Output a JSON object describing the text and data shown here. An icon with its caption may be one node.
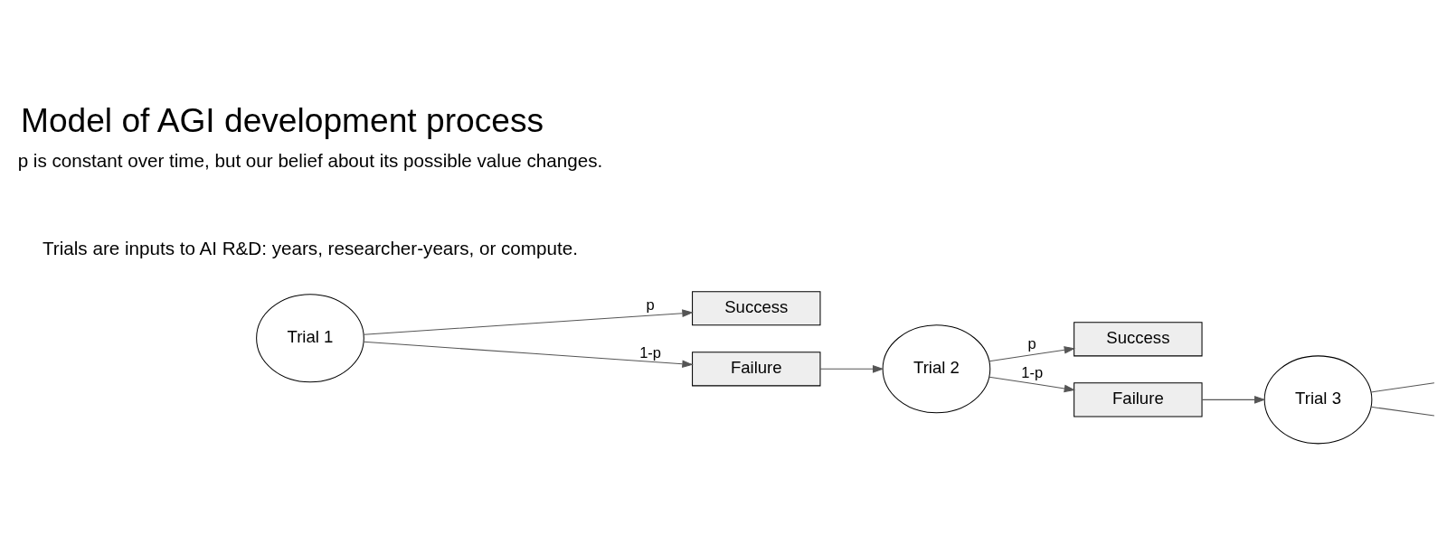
{
  "diagram": {
    "title": "Model of AGI development process",
    "nodes": [
      {
        "text": [
          "Trial 1"
        ]
      },
      {
        "text": [
          "Success"
        ]
      },
      {
        "text": [
          "Failure"
        ]
      },
      {
        "text": [
          "Trial 2"
        ]
      },
      {
        "text": [
          "Success"
        ]
      },
      {
        "text": [
          "Failure"
        ]
      },
      {
        "text": [
          "Trial 3"
        ]
      }
    ],
    "edges": [
      {
        "from": 0,
        "to": 1,
        "label": "p",
        "arrow": "to"
      },
      {
        "from": 0,
        "to": 2,
        "label": "1-p",
        "arrow": "to"
      },
      {
        "from": 2,
        "to": 3,
        "arrow": "to"
      },
      {
        "from": 3,
        "to": 4,
        "label": "p",
        "arrow": "to"
      },
      {
        "from": 3,
        "to": 5,
        "label": "1-p",
        "arrow": "to"
      },
      {
        "from": 5,
        "to": 6,
        "arrow": "to"
      },
      {
        "from": 6,
        "to": null,
        "arrow": "none"
      },
      {
        "from": 6,
        "to": null,
        "arrow": "none"
      }
    ],
    "labels": [
      "p is constant over time, but our belief about its possible value changes.",
      "Trials are inputs to AI R&D: years, researcher-years, or compute."
    ]
  }
}
